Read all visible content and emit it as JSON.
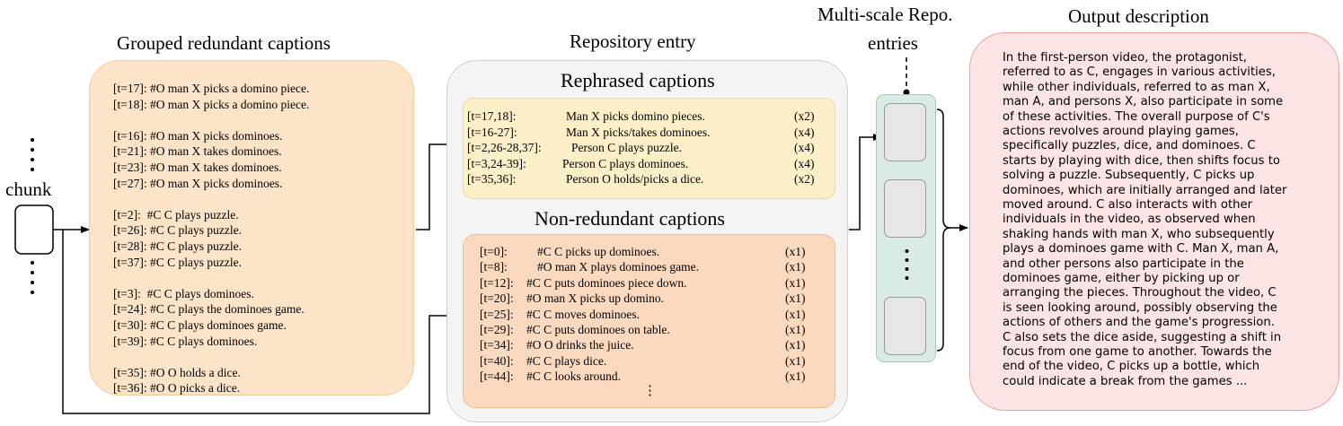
{
  "titles": {
    "grouped": "Grouped redundant captions",
    "repo": "Repository entry",
    "multiscale_1": "Multi-scale Repo.",
    "multiscale_2": "entries",
    "output": "Output description",
    "chunk": "chunk"
  },
  "grouped_captions": [
    [
      "[t=17]: #O man X picks a domino piece.",
      "[t=18]: #O man X picks a domino piece."
    ],
    [
      "[t=16]: #O man X picks dominoes.",
      "[t=21]: #O man X takes dominoes.",
      "[t=23]: #O man X takes dominoes.",
      "[t=27]: #O man X picks dominoes."
    ],
    [
      "[t=2]:  #C C plays puzzle.",
      "[t=26]: #C C plays puzzle.",
      "[t=28]: #C C plays puzzle.",
      "[t=37]: #C C plays puzzle."
    ],
    [
      "[t=3]:  #C C plays dominoes.",
      "[t=24]: #C C plays the dominoes game.",
      "[t=30]: #C C plays dominoes game.",
      "[t=39]: #C C plays dominoes."
    ],
    [
      "[t=35]: #O O holds a dice.",
      "[t=36]: #O O picks a dice."
    ]
  ],
  "rephrased": {
    "title": "Rephrased captions",
    "rows": [
      {
        "t": "[t=17,18]:",
        "text": "Man X picks domino pieces.",
        "count": "(x2)"
      },
      {
        "t": "[t=16-27]:",
        "text": "Man X picks/takes dominoes.",
        "count": "(x4)"
      },
      {
        "t": "[t=2,26-28,37]:",
        "text": "Person C plays puzzle.",
        "count": "(x4)"
      },
      {
        "t": "[t=3,24-39]:",
        "text": "Person C plays dominoes.",
        "count": "(x4)"
      },
      {
        "t": "[t=35,36]:",
        "text": "Person O holds/picks a dice.",
        "count": "(x2)"
      }
    ]
  },
  "nonredundant": {
    "title": "Non-redundant captions",
    "rows": [
      {
        "t": "[t=0]:",
        "text": "#C C picks up dominoes.",
        "count": "(x1)"
      },
      {
        "t": "[t=8]:",
        "text": "#O man X plays dominoes game.",
        "count": "(x1)"
      },
      {
        "t": "[t=12]:",
        "text": "#C C puts dominoes piece down.",
        "count": "(x1)"
      },
      {
        "t": "[t=20]:",
        "text": "#O man X picks up domino.",
        "count": "(x1)"
      },
      {
        "t": "[t=25]:",
        "text": "#C C moves dominoes.",
        "count": "(x1)"
      },
      {
        "t": "[t=29]:",
        "text": "#C C puts dominoes on table.",
        "count": "(x1)"
      },
      {
        "t": "[t=34]:",
        "text": "#O O drinks the juice.",
        "count": "(x1)"
      },
      {
        "t": "[t=40]:",
        "text": "#C C plays dice.",
        "count": "(x1)"
      },
      {
        "t": "[t=44]:",
        "text": "#C C looks around.",
        "count": "(x1)"
      }
    ],
    "ellipsis": "⋮"
  },
  "output_lines": [
    "In the first-person video, the protagonist,",
    "referred to as C, engages in various activities,",
    "while other individuals, referred to as man X,",
    "man A, and persons X, also participate in some",
    "of these activities. The overall purpose of C's",
    "actions revolves around playing games,",
    "specifically puzzles, dice, and dominoes. C",
    "starts by playing with dice, then shifts focus to",
    "solving a puzzle. Subsequently, C picks up",
    "dominoes, which are initially arranged and later",
    "moved around. C also interacts with other",
    "individuals in the video, as observed when",
    "shaking hands with man X, who subsequently",
    "plays a dominoes game with C. Man X, man A,",
    "and other persons also participate in the",
    "dominoes game, either by picking up or",
    "arranging the pieces. Throughout the video, C",
    "is seen looking around, possibly observing the",
    "actions of others and the game's progression.",
    "C also sets the dice aside, suggesting a shift in",
    "focus from one game to another. Towards the",
    "end of the video, C picks up a bottle, which",
    "could indicate a break from the games ..."
  ],
  "colors": {
    "orange_fill": "#fde3c7",
    "orange_border": "#f7c99a",
    "gray_fill": "#f4f4f4",
    "gray_border": "#cfcfcf",
    "yellow_fill": "#fdf0c8",
    "yellow_border": "#f5d494",
    "salmon_fill": "#fbd9bf",
    "salmon_border": "#f4b98c",
    "teal_fill": "#d8ebe4",
    "teal_border": "#9fd39a",
    "pink_fill": "#fde4e4",
    "pink_border": "#f0a0a0",
    "cell_fill": "#e6e6e6",
    "cell_border": "#9a9a9a"
  }
}
